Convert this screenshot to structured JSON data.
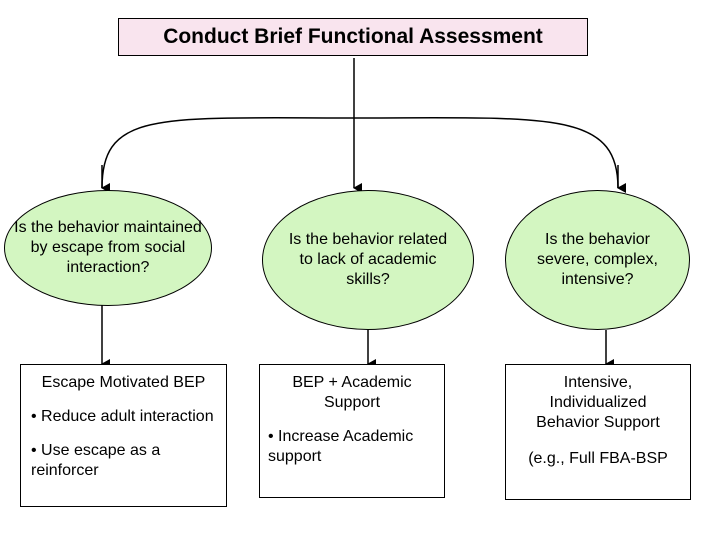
{
  "title": "Conduct Brief Functional Assessment",
  "branches": [
    {
      "question": "Is the behavior maintained by escape from social interaction?",
      "outcome": {
        "heading": "Escape Motivated BEP",
        "bullets": [
          "• Reduce adult interaction",
          "• Use escape as a reinforcer"
        ]
      }
    },
    {
      "question": "Is the behavior related to lack of academic skills?",
      "outcome": {
        "heading": "BEP + Academic Support",
        "bullets": [
          "• Increase Academic support"
        ]
      }
    },
    {
      "question": "Is the behavior severe, complex, intensive?",
      "outcome": {
        "heading": "Intensive, Individualized Behavior Support",
        "note": "(e.g., Full FBA-BSP"
      }
    }
  ],
  "colors": {
    "title_fill": "#f9e4ee",
    "question_fill": "#d3f6c1",
    "line": "#000000"
  }
}
